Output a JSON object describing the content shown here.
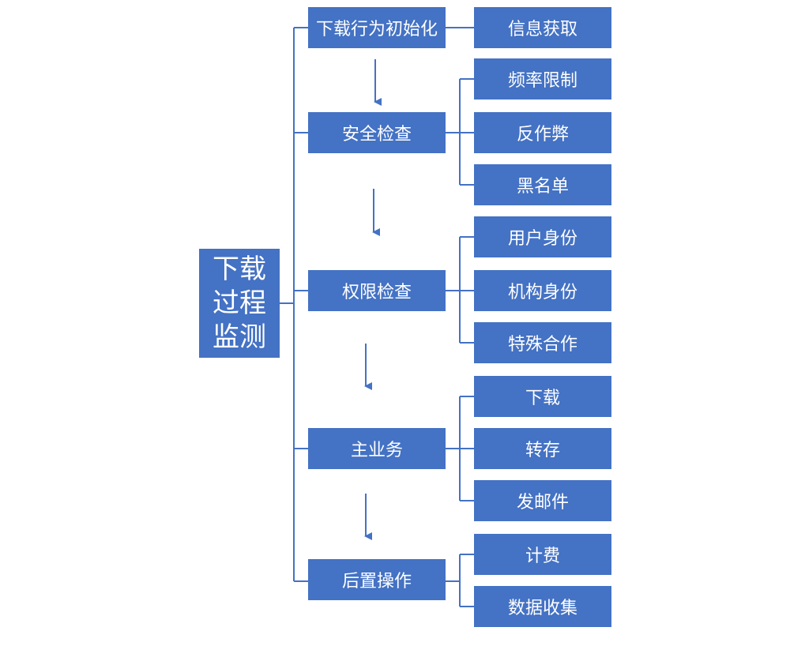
{
  "diagram": {
    "root": {
      "label": "下载过程监测"
    },
    "stages": [
      {
        "id": "init",
        "label": "下载行为初始化",
        "children": [
          "信息获取"
        ]
      },
      {
        "id": "security",
        "label": "安全检查",
        "children": [
          "频率限制",
          "反作弊",
          "黑名单"
        ]
      },
      {
        "id": "permission",
        "label": "权限检查",
        "children": [
          "用户身份",
          "机构身份",
          "特殊合作"
        ]
      },
      {
        "id": "main",
        "label": "主业务",
        "children": [
          "下载",
          "转存",
          "发邮件"
        ]
      },
      {
        "id": "post",
        "label": "后置操作",
        "children": [
          "计费",
          "数据收集"
        ]
      }
    ],
    "colors": {
      "box": "#4472c4",
      "text": "#ffffff",
      "line": "#4472c4"
    }
  }
}
